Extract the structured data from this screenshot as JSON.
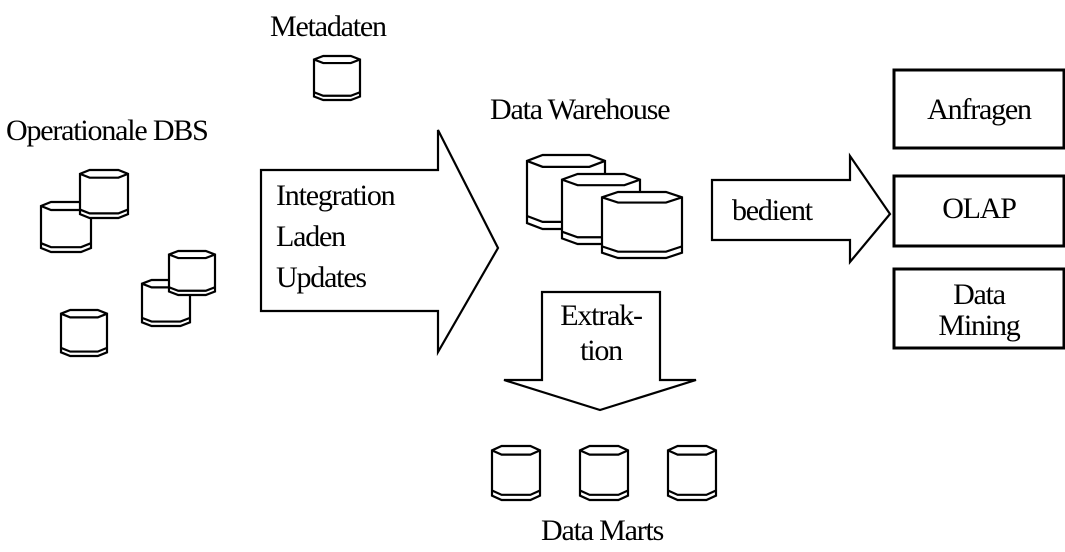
{
  "metadata": {
    "label": "Metadaten"
  },
  "sources": {
    "label": "Operationale DBS"
  },
  "integration": {
    "lines": [
      "Integration",
      "Laden",
      "Updates"
    ]
  },
  "warehouse": {
    "label": "Data Warehouse"
  },
  "serves": {
    "label": "bedient"
  },
  "tools": {
    "queries": "Anfragen",
    "olap": "OLAP",
    "mining_line1": "Data",
    "mining_line2": "Mining"
  },
  "extraction": {
    "line1": "Extrak-",
    "line2": "tion"
  },
  "marts": {
    "label": "Data Marts"
  }
}
